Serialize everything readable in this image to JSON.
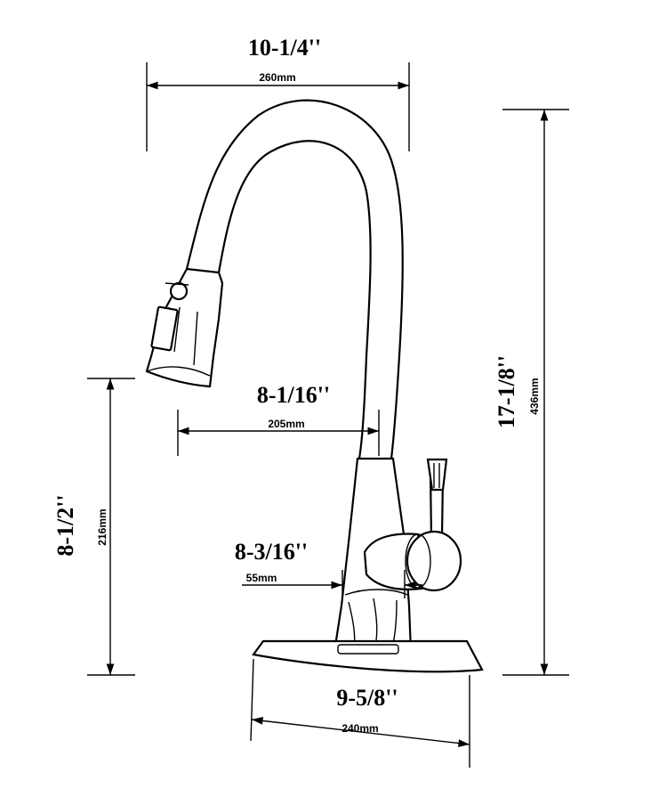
{
  "dimensions": {
    "width_spout": {
      "inch": "10-1/4''",
      "mm": "260mm"
    },
    "height_total": {
      "inch": "17-1/8''",
      "mm": "436mm"
    },
    "height_spout": {
      "inch": "8-1/2''",
      "mm": "216mm"
    },
    "reach_spout": {
      "inch": "8-1/16''",
      "mm": "205mm"
    },
    "base_diameter": {
      "inch": "8-3/16''",
      "mm": "55mm"
    },
    "deck_plate": {
      "inch": "9-5/8''",
      "mm": "240mm"
    }
  },
  "colors": {
    "line": "#000000",
    "background": "#ffffff"
  }
}
